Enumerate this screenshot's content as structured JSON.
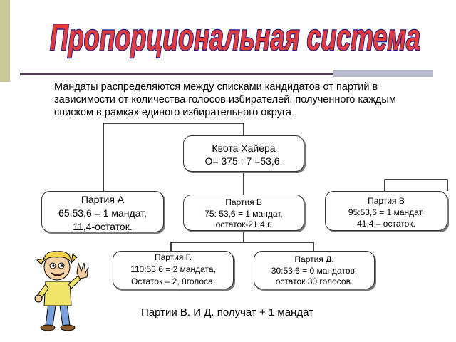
{
  "title": "Пропорциональная система",
  "intro": "Мандаты распределяются между списками кандидатов от партий в зависимости от количества голосов избирателей, полученного каждым списком в рамках единого избирательного округа",
  "quota": {
    "line1": "Квота Хайера",
    "line2": "О= 375 : 7 =53,6."
  },
  "parties": {
    "a": {
      "name": "Партия А",
      "calc": "65:53,6 = 1 мандат,",
      "rest": "11,4-остаток."
    },
    "b": {
      "name": "Партия Б",
      "calc": "75: 53,6 = 1 мандат,",
      "rest": "остаток-21,4 г."
    },
    "v": {
      "name": "Партия В",
      "calc": "95:53,6 = 1 мандат,",
      "rest": "41,4 – остаток."
    },
    "g": {
      "name": "Партия Г.",
      "calc": "110:53,6 = 2 мандата,",
      "rest": "Остаток – 2, 8голоса."
    },
    "d": {
      "name": "Партия Д.",
      "calc": "30:53,6 = 0 мандатов,",
      "rest": "остаток 30 голосов."
    }
  },
  "conclusion": "Партии В. И Д. получат + 1 мандат",
  "colors": {
    "title_fill": "#e23b3b",
    "title_outline": "#1a1a8c",
    "accent_bar": "#b8b8cf",
    "sidebar": "#c9c99a"
  }
}
